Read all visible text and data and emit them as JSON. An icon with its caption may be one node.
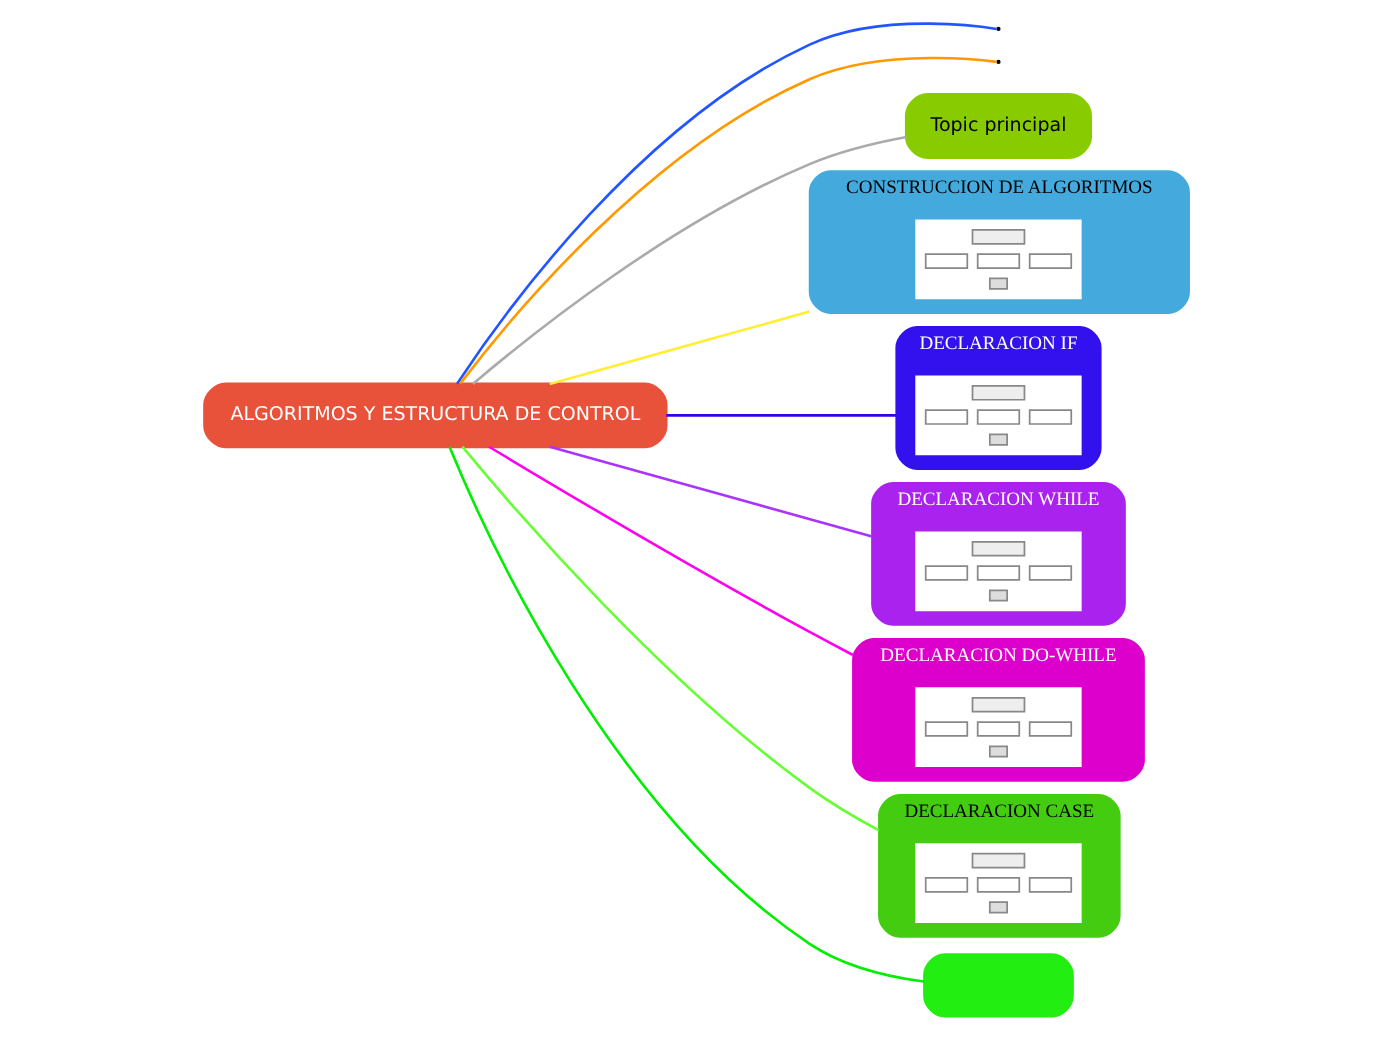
{
  "diagram": {
    "nodes": [
      {
        "text": [
          "ALGORITMOS Y ESTRUCTURA DE CONTROL"
        ]
      },
      {
        "text": [
          "Topic principal"
        ]
      },
      {
        "text": [
          "CONSTRUCCION DE ALGORITMOS"
        ]
      },
      {
        "text": [],
        "shape": "picture",
        "in": 2
      },
      {
        "text": [
          "DECLARACION IF"
        ]
      },
      {
        "text": [],
        "shape": "picture",
        "in": 4
      },
      {
        "text": [
          "DECLARACION WHILE"
        ]
      },
      {
        "text": [],
        "shape": "picture",
        "in": 6
      },
      {
        "text": [
          "DECLARACION DO-WHILE"
        ]
      },
      {
        "text": [],
        "shape": "picture",
        "in": 8
      },
      {
        "text": [
          "DECLARACION CASE"
        ]
      },
      {
        "text": [],
        "shape": "picture",
        "in": 10
      },
      {
        "text": [],
        "shape": "box"
      }
    ],
    "edges": [
      {
        "from": 0,
        "to": null,
        "arrow": "none",
        "color": "#2255ff"
      },
      {
        "from": 0,
        "to": null,
        "arrow": "none",
        "color": "#ff9900"
      },
      {
        "from": 0,
        "to": 2,
        "arrow": "none",
        "color": "#ffee33"
      },
      {
        "from": 0,
        "to": 4,
        "arrow": "none",
        "color": "#3300ee"
      },
      {
        "from": 0,
        "to": 1,
        "arrow": "none",
        "color": "#aaaaaa"
      },
      {
        "from": 0,
        "to": 6,
        "arrow": "none",
        "color": "#aa33ff"
      },
      {
        "from": 0,
        "to": 10,
        "arrow": "none",
        "color": "#66ff33"
      },
      {
        "from": 0,
        "to": 8,
        "arrow": "none",
        "color": "#ff00ee"
      },
      {
        "from": 0,
        "to": 12,
        "arrow": "none",
        "color": "#00ee00"
      }
    ]
  }
}
